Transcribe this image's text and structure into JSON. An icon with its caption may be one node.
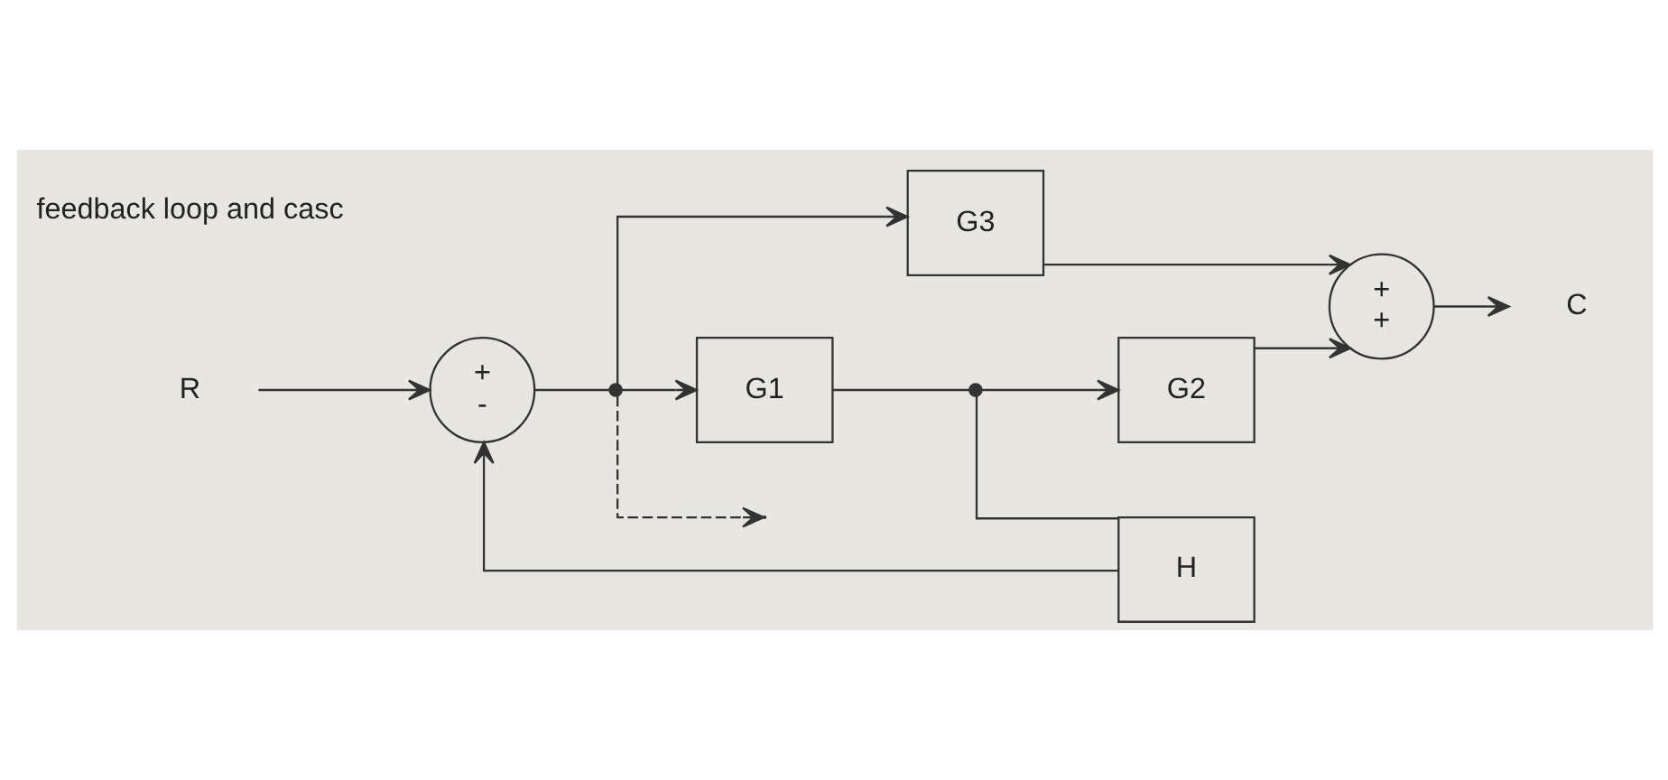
{
  "diagram": {
    "nodes": [
      {
        "text": [
          "R"
        ]
      },
      {
        "text": [
          "+",
          "-"
        ]
      },
      {
        "text": [],
        "shape": "circle"
      },
      {
        "text": [
          "G3"
        ]
      },
      {
        "text": [
          "G1"
        ]
      },
      {
        "text": [],
        "shape": "circle"
      },
      {
        "text": [
          "G2"
        ]
      },
      {
        "text": [
          "H"
        ]
      },
      {
        "text": [
          "+",
          "+"
        ]
      },
      {
        "text": [
          "C"
        ]
      }
    ],
    "edges": [
      {
        "from": 0,
        "to": 1,
        "arrow": "to"
      },
      {
        "from": 1,
        "to": 2,
        "arrow": "none"
      },
      {
        "from": 2,
        "to": 3,
        "arrow": "to"
      },
      {
        "from": 2,
        "to": 4,
        "arrow": "to"
      },
      {
        "from": 4,
        "to": 5,
        "arrow": "none"
      },
      {
        "from": 5,
        "to": 6,
        "arrow": "to"
      },
      {
        "from": 5,
        "to": 7,
        "arrow": "none"
      },
      {
        "from": 7,
        "to": 1,
        "arrow": "to"
      },
      {
        "from": 3,
        "to": 8,
        "arrow": "to"
      },
      {
        "from": 6,
        "to": 8,
        "arrow": "to"
      },
      {
        "from": 8,
        "to": 9,
        "arrow": "to"
      },
      {
        "from": 2,
        "to": null,
        "arrow": "to",
        "style": "dashed"
      }
    ],
    "labels": [
      "feedback loop and casc"
    ]
  }
}
